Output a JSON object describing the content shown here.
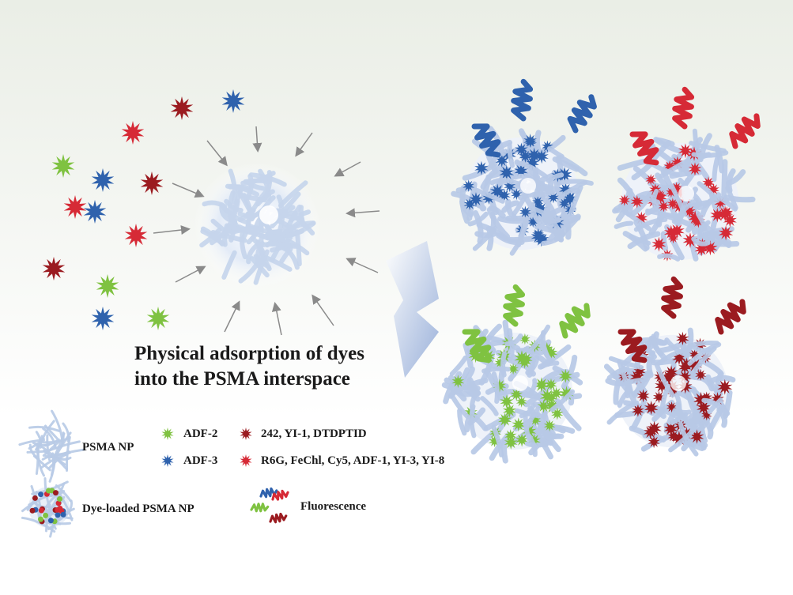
{
  "caption": {
    "line1": "Physical adsorption of dyes",
    "line2": "into the PSMA interspace"
  },
  "legend": {
    "psma_np": "PSMA NP",
    "dye_loaded_psma_np": "Dye-loaded PSMA NP",
    "adf2": "ADF-2",
    "adf3": "ADF-3",
    "dark_red_dyes": "242, YI-1, DTDPTID",
    "red_dyes": "R6G, FeChl, Cy5, ADF-1, YI-3, YI-8",
    "fluorescence": "Fluorescence"
  },
  "colors": {
    "green": "#7fc241",
    "blue": "#2f62ad",
    "red": "#d62a36",
    "dark_red": "#9b1b20",
    "fiber": "#b7c9e6",
    "arrow": "#8a8a8a"
  },
  "icons": [
    "star-dye-icon",
    "psma-np-icon",
    "dye-loaded-np-icon",
    "fluorescence-wave-icon",
    "big-arrow-icon"
  ]
}
